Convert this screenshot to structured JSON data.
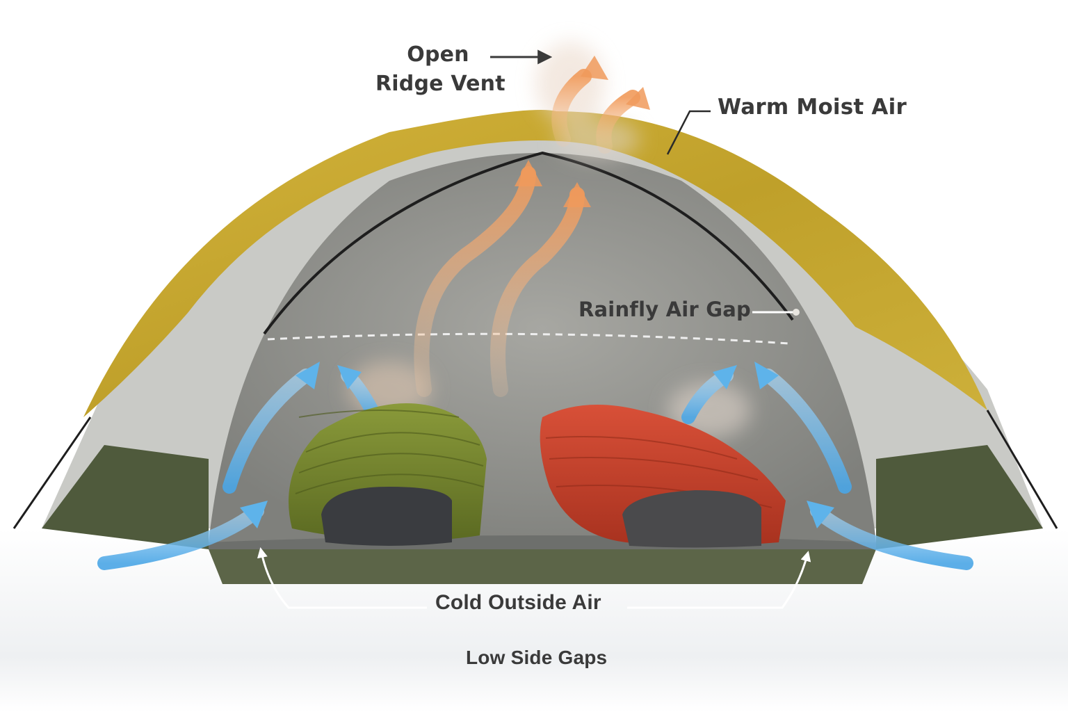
{
  "diagram": {
    "subject": "Tent ventilation airflow illustration",
    "labels": {
      "ridge_vent_line1": "Open",
      "ridge_vent_line2": "Ridge Vent",
      "warm_moist_air": "Warm Moist Air",
      "rainfly_air_gap": "Rainfly Air Gap",
      "cold_outside_air": "Cold Outside Air",
      "low_side_gaps": "Low Side Gaps"
    },
    "elements": {
      "rainfly": {
        "color": "#c9a92e"
      },
      "inner_tent": {
        "color": "#9a9a96"
      },
      "bathtub_floor": {
        "color": "#5c6548"
      },
      "sleeping_bag_left": {
        "color": "#6f7f2c",
        "hood_color": "#3a3c40"
      },
      "sleeping_bag_right": {
        "color": "#c8412b",
        "hood_color": "#4a4a4c"
      },
      "warm_air_arrows": {
        "color": "#f2a46a",
        "count": 4
      },
      "cold_air_arrows": {
        "color": "#5eb3ea",
        "count": 6
      }
    }
  }
}
